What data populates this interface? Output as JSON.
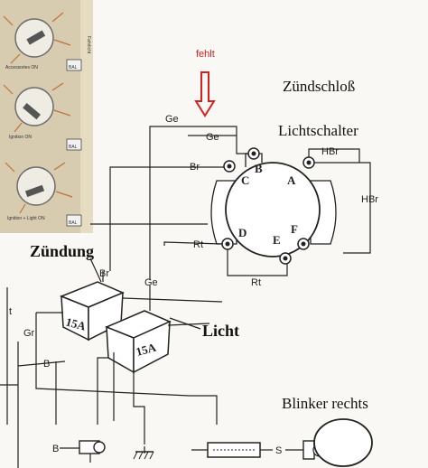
{
  "labels": {
    "fehlt": "fehlt",
    "zuendschloss": "Zündschloß",
    "lichtschalter": "Lichtschalter",
    "zuendung": "Zündung",
    "licht": "Licht",
    "blinker_rechts": "Blinker rechts",
    "ge_top": "Ge",
    "ge_mid": "Ge",
    "br_left": "Br",
    "rt_left": "Rt",
    "rt_bottom": "Rt",
    "hbr_top": "HBr",
    "hbr_right": "HBr",
    "br_wire": "Br",
    "ge_wire": "Ge",
    "gr_wire": "Gr",
    "b_wire": "B",
    "t_wire": "t",
    "b_bottom": "B",
    "s_bottom": "S",
    "fuse_1": "15A",
    "fuse_2": "15A",
    "pin_c": "C",
    "pin_b": "B",
    "pin_a": "A",
    "pin_d": "D",
    "pin_e": "E",
    "pin_f": "F"
  },
  "inset": {
    "panels": [
      {
        "caption": "Accessories ON",
        "box": "BAL"
      },
      {
        "caption": "Ignition ON",
        "box": "BAL"
      },
      {
        "caption": "Ignition + Light ON",
        "box": "BAL"
      }
    ],
    "side_text": "Fahrlicht"
  },
  "colors": {
    "arrow": "#d62020",
    "wire": "#222222"
  }
}
